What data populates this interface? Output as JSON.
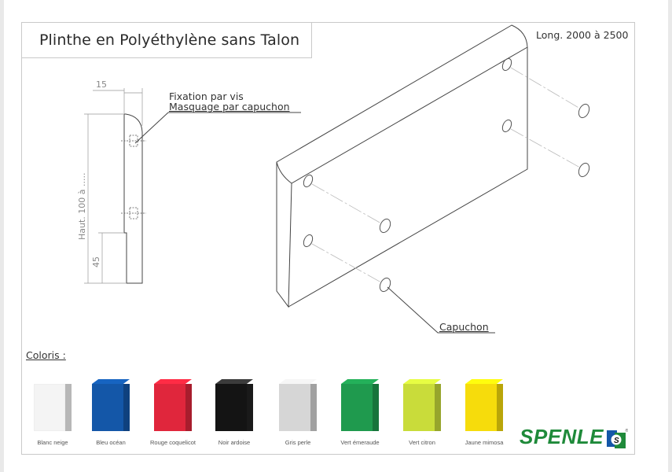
{
  "title": "Plinthe en Polyéthylène sans Talon",
  "length_note": "Long. 2000 à 2500",
  "section_view": {
    "dim_thickness": "15",
    "dim_height": "Haut. 100 à .....",
    "dim_bottom": "45",
    "callout_line1": "Fixation par vis",
    "callout_line2": "Masquage par capuchon"
  },
  "iso_view": {
    "callout": "Capuchon"
  },
  "colors_heading": "Coloris :",
  "colors": [
    {
      "name": "Blanc neige",
      "hex": "#f4f4f4"
    },
    {
      "name": "Bleu océan",
      "hex": "#1457a8"
    },
    {
      "name": "Rouge coquelicot",
      "hex": "#e0263c"
    },
    {
      "name": "Noir ardoise",
      "hex": "#141414"
    },
    {
      "name": "Gris perle",
      "hex": "#d6d6d6"
    },
    {
      "name": "Vert émeraude",
      "hex": "#1f9a4e"
    },
    {
      "name": "Vert citron",
      "hex": "#c9dc3a"
    },
    {
      "name": "Jaune mimosa",
      "hex": "#f6dc0c"
    }
  ],
  "brand": {
    "name": "SPENLE",
    "color": "#1f8a3a",
    "registered": "®"
  }
}
